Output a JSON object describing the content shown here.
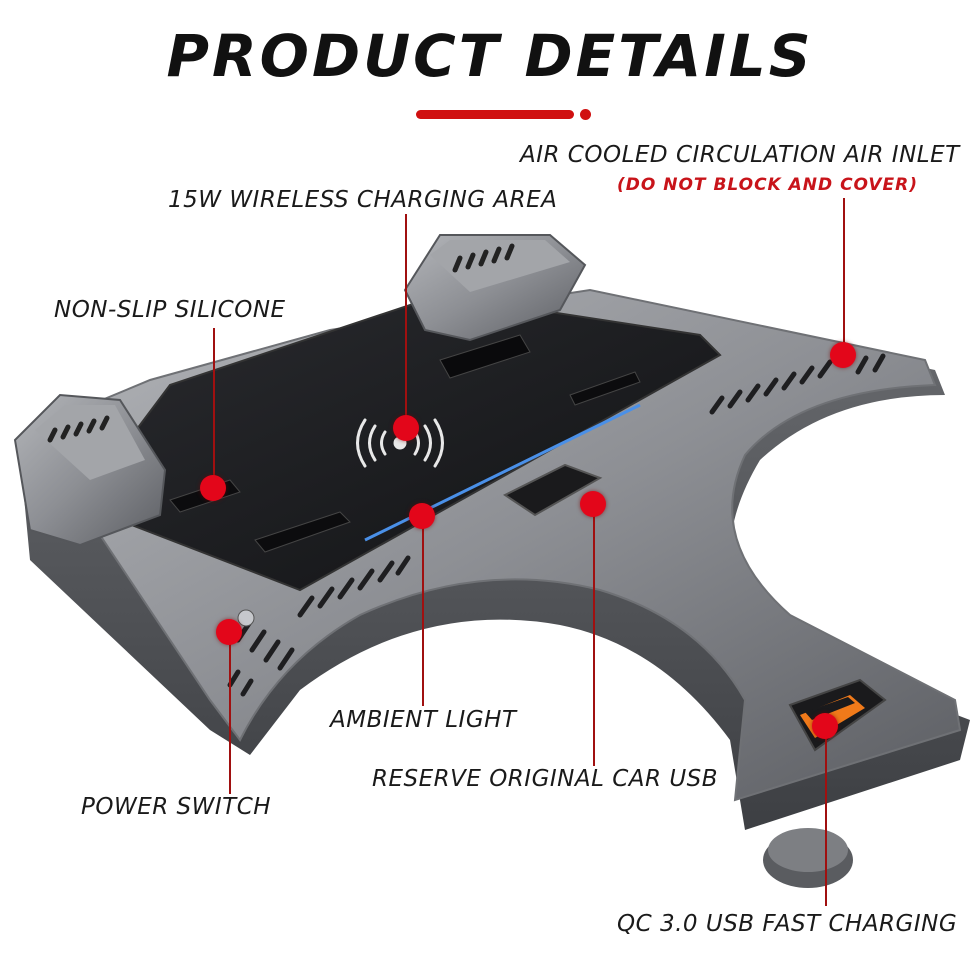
{
  "heading": {
    "title": "PRODUCT DETAILS"
  },
  "colors": {
    "accent": "#d01010",
    "body_metal": "#8a8c90",
    "pad_black": "#1b1c1f",
    "ambient_blue": "#4a90e8",
    "usb_orange": "#f07a1a"
  },
  "callouts": {
    "air_inlet": "AIR COOLED CIRCULATION AIR INLET",
    "air_inlet_note": "(DO NOT BLOCK AND COVER)",
    "wireless_area": "15W WIRELESS CHARGING AREA",
    "non_slip": "NON-SLIP SILICONE",
    "ambient_light": "AMBIENT LIGHT",
    "reserve_usb": "RESERVE ORIGINAL CAR USB",
    "power_switch": "POWER SWITCH",
    "qc_usb": "QC 3.0 USB FAST CHARGING"
  },
  "icons": {
    "wireless": "wireless-charging-icon"
  }
}
